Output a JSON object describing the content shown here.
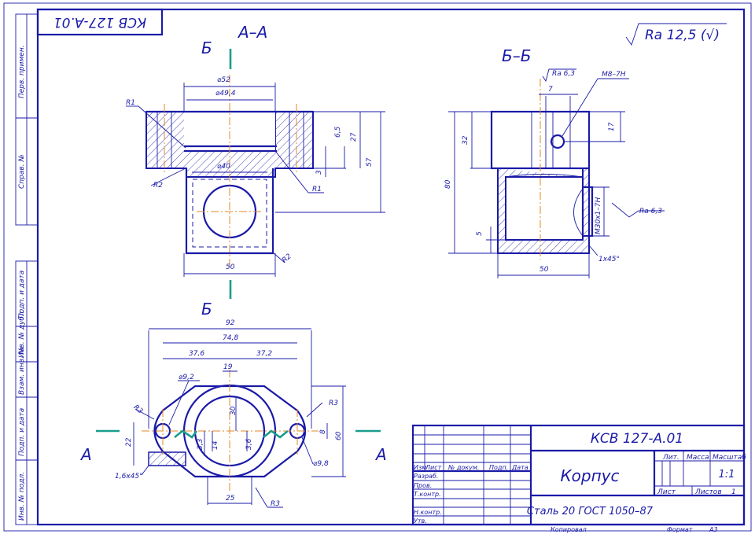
{
  "title_top": "КСВ 127-А.01",
  "section_aa": "А–А",
  "section_bb": "Б–Б",
  "cut_letter_b": "Б",
  "cut_letter_a": "А",
  "roughness_general": "Ra 12,5 (√)",
  "left_strip": {
    "perv_primen": "Перв. примен.",
    "sprav_no": "Справ. №",
    "podp_data": "Подп. и дата",
    "inv_dubl": "Инв. № дубл.",
    "vzam_inv": "Взам. инв. №",
    "podp_data2": "Подп. и дата",
    "inv_podl": "Инв. № подл."
  },
  "view_aa": {
    "d52": "⌀52",
    "d494": "⌀49,4",
    "d40": "⌀40",
    "r1a": "R1",
    "r1b": "R1",
    "r2a": "R2",
    "r2b": "R2",
    "h65": "6,5",
    "h27": "27",
    "h57": "57",
    "h3": "3",
    "w50": "50"
  },
  "view_bb": {
    "ra63a": "Ra 6,3",
    "m8": "M8–7H",
    "w7": "7",
    "h17": "17",
    "h32": "32",
    "h80": "80",
    "h5": "5",
    "thread": "M30х1–7H",
    "ra63b": "Ra 6,3",
    "chamfer": "1х45°",
    "w50": "50"
  },
  "plan": {
    "d92": "92",
    "d748": "74,8",
    "d376": "37,6",
    "d372": "37,2",
    "d19": "19",
    "d92hole": "⌀9,2",
    "d98hole": "⌀9,8",
    "r3a": "R3",
    "r3b": "R3",
    "r3c": "R3",
    "d30": "30",
    "d22": "22",
    "d33": "3,3",
    "d14": "14",
    "d36": "3,6",
    "d8": "8",
    "d60": "60",
    "d25": "25",
    "chamfer": "1,6х45°"
  },
  "title_block": {
    "designation": "КСВ 127-А.01",
    "name": "Корпус",
    "material": "Сталь 20 ГОСТ 1050–87",
    "h_izm": "Изм",
    "h_list": "Лист",
    "h_doc": "№ докум.",
    "h_podp": "Подп.",
    "h_data": "Дата",
    "razrab": "Разраб.",
    "prov": "Пров.",
    "tkontr": "Т.контр.",
    "nkontr": "Н.контр.",
    "utv": "Утв.",
    "lit": "Лит.",
    "massa": "Масса",
    "masshtab": "Масштаб",
    "scale_val": "1:1",
    "list": "Лист",
    "listov": "Листов",
    "listov_val": "1",
    "kopiroval": "Копировал",
    "format": "Формат",
    "format_val": "А3"
  }
}
